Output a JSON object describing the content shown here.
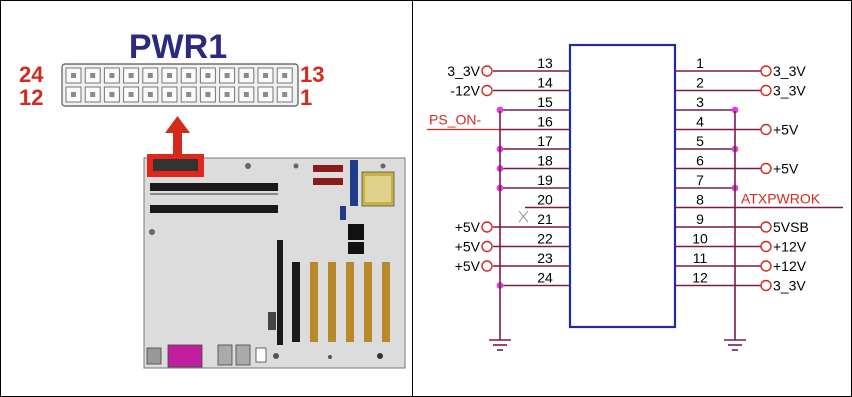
{
  "left_panel": {
    "header_title": "PWR1",
    "pin_labels": {
      "top_left": "24",
      "top_right": "13",
      "bottom_left": "12",
      "bottom_right": "1"
    },
    "header_color": "#2a2a80",
    "pin_label_color": "#d42a1e",
    "arrow_color": "#d42a1e",
    "highlight_color": "#e1261c"
  },
  "schematic": {
    "left_pins": [
      {
        "num": "13",
        "label": "3_3V"
      },
      {
        "num": "14",
        "label": "-12V"
      },
      {
        "num": "15",
        "label": ""
      },
      {
        "num": "16",
        "label": "PS_ON-"
      },
      {
        "num": "17",
        "label": ""
      },
      {
        "num": "18",
        "label": ""
      },
      {
        "num": "19",
        "label": ""
      },
      {
        "num": "20",
        "label": ""
      },
      {
        "num": "21",
        "label": "+5V"
      },
      {
        "num": "22",
        "label": "+5V"
      },
      {
        "num": "23",
        "label": "+5V"
      },
      {
        "num": "24",
        "label": ""
      }
    ],
    "right_pins": [
      {
        "num": "1",
        "label": "3_3V"
      },
      {
        "num": "2",
        "label": "3_3V"
      },
      {
        "num": "3",
        "label": ""
      },
      {
        "num": "4",
        "label": "+5V"
      },
      {
        "num": "5",
        "label": ""
      },
      {
        "num": "6",
        "label": "+5V"
      },
      {
        "num": "7",
        "label": ""
      },
      {
        "num": "8",
        "label": "ATXPWROK"
      },
      {
        "num": "9",
        "label": "5VSB"
      },
      {
        "num": "10",
        "label": "+12V"
      },
      {
        "num": "11",
        "label": "+12V"
      },
      {
        "num": "12",
        "label": "3_3V"
      }
    ],
    "wire_color": "#7a1a4a",
    "pin_color": "#d42a1e",
    "box_color": "#1f2aa8",
    "dot_color": "#e040e0"
  }
}
